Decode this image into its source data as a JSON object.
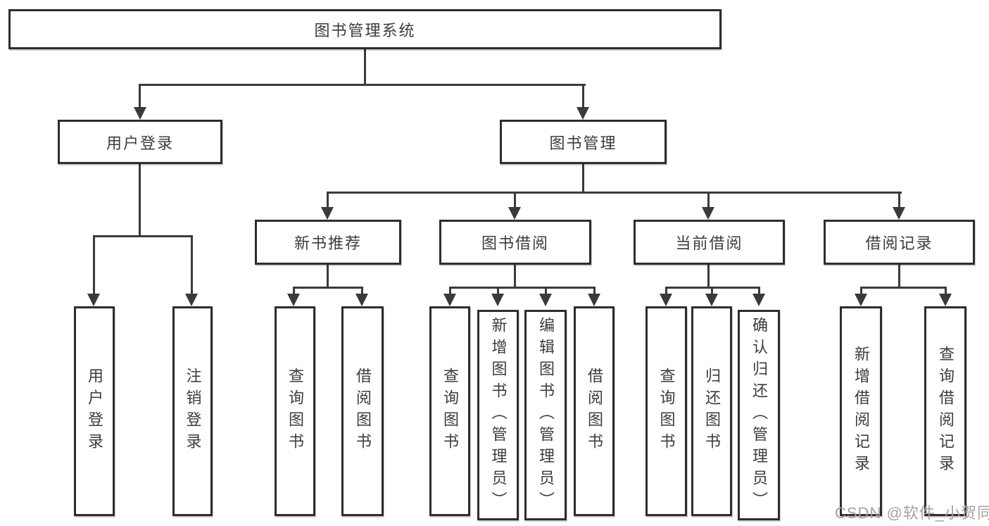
{
  "root": {
    "label": "图书管理系统"
  },
  "branches": [
    {
      "label": "用户登录",
      "leaves": [
        "用户登录",
        "注销登录"
      ]
    },
    {
      "label": "图书管理",
      "groups": [
        {
          "label": "新书推荐",
          "leaves": [
            "查询图书",
            "借阅图书"
          ]
        },
        {
          "label": "图书借阅",
          "leaves": [
            "查询图书",
            "新增图书（管理员）",
            "编辑图书（管理员）",
            "借阅图书"
          ]
        },
        {
          "label": "当前借阅",
          "leaves": [
            "查询图书",
            "归还图书",
            "确认归还（管理员）"
          ]
        },
        {
          "label": "借阅记录",
          "leaves": [
            "新增借阅记录",
            "查询借阅记录"
          ]
        }
      ]
    }
  ],
  "watermark": "CSDN @软件_小贺同学",
  "colors": {
    "background": "#ffffff",
    "line": "#3a3a3a",
    "box_border": "#2d2d2d",
    "text": "#3c3c3c",
    "watermark_text": "#a3a3a3"
  }
}
